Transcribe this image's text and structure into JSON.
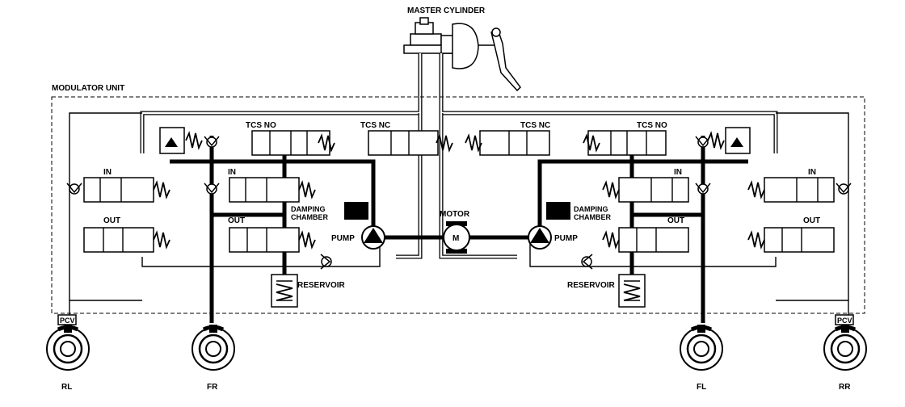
{
  "labels": {
    "master_cylinder": "MASTER CYLINDER",
    "modulator_unit": "MODULATOR UNIT",
    "tcs_no": "TCS NO",
    "tcs_nc": "TCS NC",
    "in": "IN",
    "out": "OUT",
    "damping": "DAMPING",
    "chamber": "CHAMBER",
    "pump": "PUMP",
    "motor": "MOTOR",
    "motor_symbol": "M",
    "reservoir": "RESERVOIR",
    "pcv": "PCV"
  },
  "wheels": {
    "rl": "RL",
    "fr": "FR",
    "fl": "FL",
    "rr": "RR"
  }
}
